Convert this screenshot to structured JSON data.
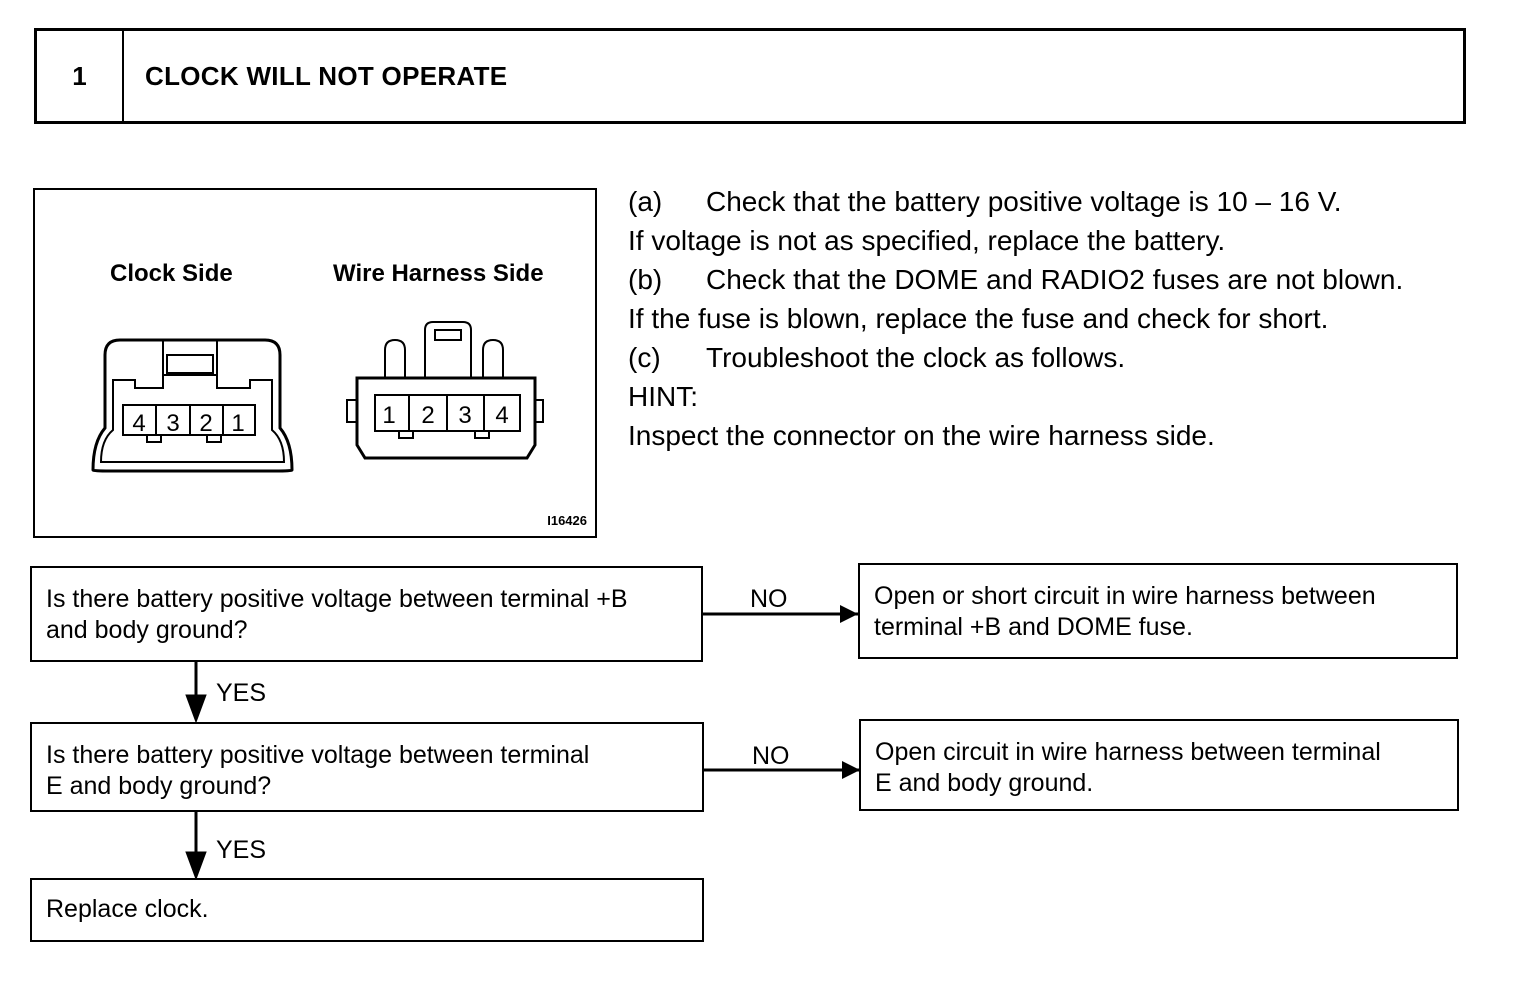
{
  "header": {
    "step_number": "1",
    "title": "CLOCK WILL NOT OPERATE"
  },
  "figure": {
    "clock_side_label": "Clock Side",
    "harness_side_label": "Wire Harness Side",
    "clock_terminals": [
      "4",
      "3",
      "2",
      "1"
    ],
    "harness_terminals": [
      "1",
      "2",
      "3",
      "4"
    ],
    "figure_code": "I16426"
  },
  "instructions": {
    "a_tag": "(a)",
    "a_text": "Check that the battery positive voltage is 10 – 16 V.",
    "a_note": "If voltage is not as specified, replace the battery.",
    "b_tag": "(b)",
    "b_text": "Check that the DOME and RADIO2 fuses are not blown.",
    "b_note": "If the fuse is blown, replace the fuse and check for short.",
    "c_tag": "(c)",
    "c_text": "Troubleshoot the clock as follows.",
    "hint_label": "HINT:",
    "hint_text": "Inspect the connector on the wire harness side."
  },
  "flow": {
    "q1_line1": "Is there battery positive voltage between terminal +B",
    "q1_line2": "and body ground?",
    "r1_line1": "Open or short circuit in wire harness between",
    "r1_line2": "terminal +B and DOME fuse.",
    "q2_line1": "Is there battery positive voltage between terminal",
    "q2_line2": "E and body ground?",
    "r2_line1": "Open circuit in wire harness between terminal",
    "r2_line2": "E and body ground.",
    "final": "Replace clock.",
    "no_label": "NO",
    "yes_label": "YES"
  }
}
